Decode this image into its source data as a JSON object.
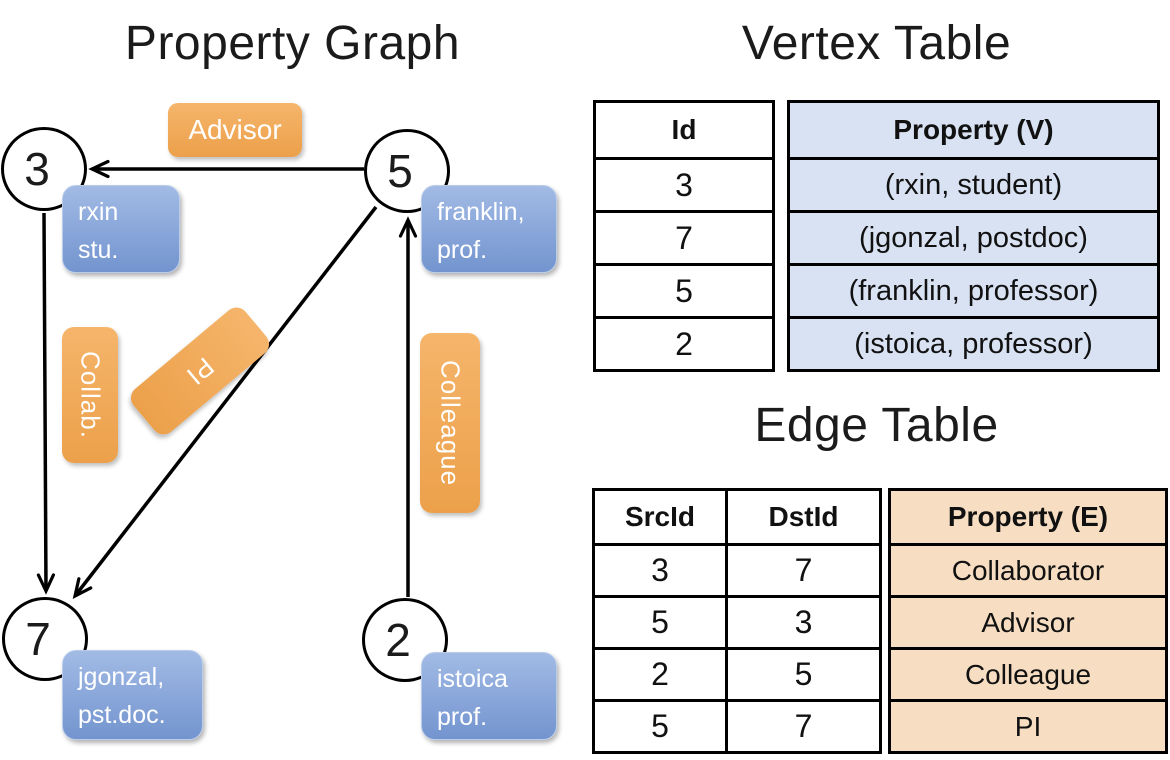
{
  "titles": {
    "graph": "Property Graph",
    "vertex_table": "Vertex Table",
    "edge_table": "Edge Table"
  },
  "colors": {
    "edge_label_orange": "#F0A64F",
    "vertex_property_blue": "#85A5D9",
    "vertex_cell_blue": "#D9E2F3",
    "edge_cell_tan": "#F7DEC2",
    "line_black": "#000000"
  },
  "graph": {
    "nodes": [
      {
        "id": "3",
        "property": [
          "rxin",
          "stu."
        ]
      },
      {
        "id": "5",
        "property": [
          "franklin,",
          "prof."
        ]
      },
      {
        "id": "7",
        "property": [
          "jgonzal,",
          "pst.doc."
        ]
      },
      {
        "id": "2",
        "property": [
          "istoica",
          "prof."
        ]
      }
    ],
    "edges": [
      {
        "src": "5",
        "dst": "3",
        "label": "Advisor"
      },
      {
        "src": "3",
        "dst": "7",
        "label": "Collab."
      },
      {
        "src": "5",
        "dst": "7",
        "label": "PI"
      },
      {
        "src": "2",
        "dst": "5",
        "label": "Colleague"
      }
    ]
  },
  "vertex_table": {
    "headers": {
      "id": "Id",
      "property": "Property (V)"
    },
    "rows": [
      {
        "id": "3",
        "property": "(rxin, student)"
      },
      {
        "id": "7",
        "property": "(jgonzal, postdoc)"
      },
      {
        "id": "5",
        "property": "(franklin, professor)"
      },
      {
        "id": "2",
        "property": "(istoica, professor)"
      }
    ]
  },
  "edge_table": {
    "headers": {
      "src": "SrcId",
      "dst": "DstId",
      "property": "Property (E)"
    },
    "rows": [
      {
        "src": "3",
        "dst": "7",
        "property": "Collaborator"
      },
      {
        "src": "5",
        "dst": "3",
        "property": "Advisor"
      },
      {
        "src": "2",
        "dst": "5",
        "property": "Colleague"
      },
      {
        "src": "5",
        "dst": "7",
        "property": "PI"
      }
    ]
  }
}
